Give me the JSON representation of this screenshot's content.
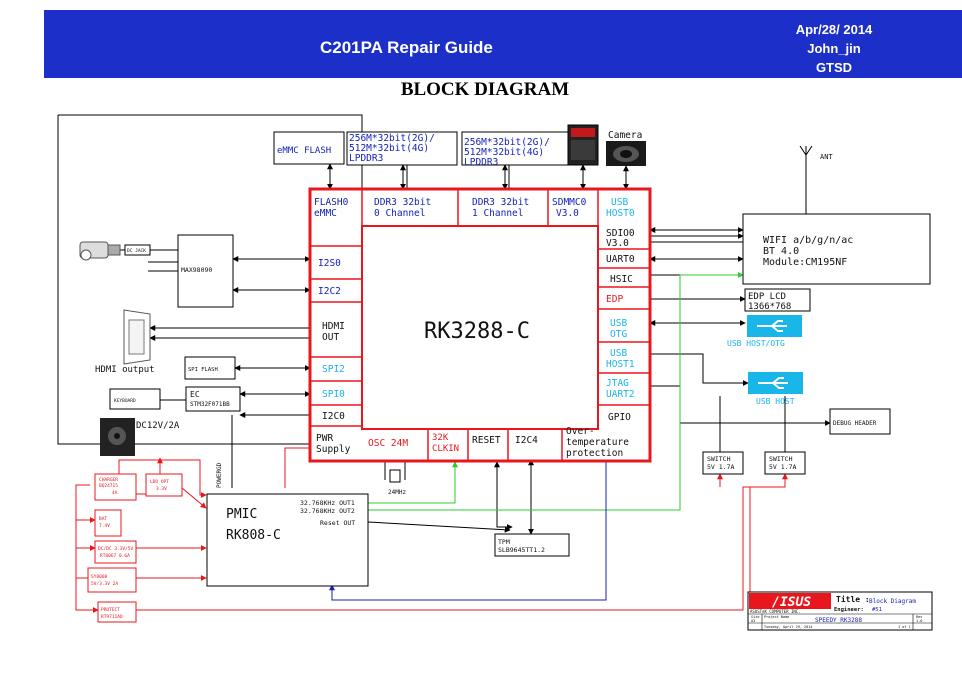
{
  "header": {
    "title": "C201PA Repair Guide",
    "date": "Apr/28/ 2014",
    "author": "John_jin",
    "dept": "GTSD"
  },
  "diagram_title": "BLOCK DIAGRAM",
  "soc": {
    "name": "RK3288-C",
    "top_ports": {
      "flash": [
        "FLASH0",
        "eMMC"
      ],
      "ddr_a": [
        "DDR3 32bit",
        "0 Channel"
      ],
      "ddr_b": [
        "DDR3 32bit",
        "1 Channel"
      ],
      "sdmmc": [
        "SDMMC0",
        "V3.0"
      ],
      "usb_host0": [
        "USB",
        "HOST0"
      ]
    },
    "left_ports": {
      "i2s0": "I2S0",
      "i2c2": "I2C2",
      "hdmi": [
        "HDMI",
        "OUT"
      ],
      "spi2": "SPI2",
      "spi0": "SPI0",
      "i2c0": "I2C0",
      "pwr": [
        "PWR",
        "Supply"
      ]
    },
    "right_ports": {
      "sdio": [
        "SDIO0",
        "V3.0"
      ],
      "uart0": "UART0",
      "hsic": "HSIC",
      "edp": "EDP",
      "usb_otg": [
        "USB",
        "OTG"
      ],
      "usb_host1": [
        "USB",
        "HOST1"
      ],
      "jtag": [
        "JTAG",
        "UART2"
      ],
      "gpio": "GPIO"
    },
    "bottom_ports": {
      "osc": "OSC 24M",
      "clkin": [
        "32K",
        "CLKIN"
      ],
      "reset": "RESET",
      "i2c4": "I2C4",
      "overtemp": [
        "Over-",
        "temperature",
        "protection"
      ]
    }
  },
  "blocks": {
    "emmc_flash": "eMMC FLASH",
    "ddr_left": [
      "256M*32bit(2G)/",
      "512M*32bit(4G)",
      "LPDDR3"
    ],
    "ddr_right": [
      "256M*32bit(2G)/",
      "512M*32bit(4G)",
      "LPDDR3"
    ],
    "camera": "Camera",
    "antenna": "ANT",
    "wifi": [
      "WIFI a/b/g/n/ac",
      "BT 4.0",
      "Module:CM195NF"
    ],
    "edp_lcd": [
      "EDP LCD",
      "1366*768"
    ],
    "usb_host_otg": "USB HOST/OTG",
    "usb_host": "USB HOST",
    "debug_header": "DEBUG HEADER",
    "switch_left": [
      "SWITCH",
      "5V 1.7A"
    ],
    "switch_right": [
      "SWITCH",
      "5V 1.7A"
    ],
    "tpm": [
      "TPM",
      "SLB9645TT1.2"
    ],
    "pmic": [
      "PMIC",
      "RK808-C"
    ],
    "pmic_pins": [
      "32.768KHz OUT1",
      "32.768KHz OUT2",
      "Reset OUT"
    ],
    "crystal": "24MHz",
    "max98090": "MAX98090",
    "dc_jack": "DC JACK",
    "hdmi_output": "HDMI output",
    "spi_flash": "SPI FLASH",
    "keyboard": "KEYBOARD",
    "ec": [
      "EC",
      "STM32F071BB"
    ],
    "dc_in": "DC12V/2A",
    "powergd": "POWERGD",
    "charger": [
      "CHARGER",
      "BQ24715",
      "4A"
    ],
    "ldo": [
      "LDO OPT",
      "3.3V"
    ],
    "battery": [
      "BAT",
      "7.4V"
    ],
    "load_switch": [
      "DC/DC 3.3V/5V",
      "RT8067 0.6A"
    ],
    "sys_reg": [
      "SY8008",
      "5V/3.3V 2A"
    ],
    "protect": [
      "PROTECT",
      "RT9711AD"
    ]
  },
  "title_block": {
    "logo": "/ISUS",
    "company": "ASUSTeK COMPUTER INC.",
    "title_label": "Title :",
    "title_value": "Block Diagram",
    "engineer_label": "Engineer:",
    "engineer_value": "#51",
    "size_label": "Size",
    "size_value": "A3",
    "project_label": "Project Name",
    "project_value": "SPEEDY_RK3288",
    "rev_label": "Rev",
    "rev_value": "1.0",
    "date_value": "Tuesday, April 29, 2014",
    "sheet_value": "1 of 1"
  },
  "colors": {
    "header_bg": "#1d2fc9",
    "soc_border": "#e8171d",
    "power_line": "#e8171d",
    "usb_text": "#19b6ea",
    "green_line": "#2dcc2d",
    "blue_line": "#1422b8",
    "signal_line": "#000000"
  }
}
